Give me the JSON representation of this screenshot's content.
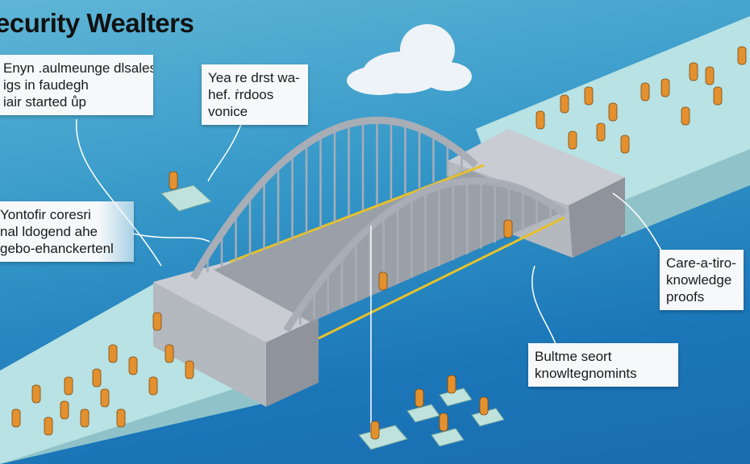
{
  "title": "ecurity Wealters",
  "labels": {
    "top_left": [
      "Enyn .aulmeunge dlsales",
      "igs in faudegh",
      "iair started ůp"
    ],
    "top_center": [
      "Yea re drst wa-",
      "hef. ṙrdoos",
      "vonice"
    ],
    "mid_left": [
      "Yontofir coresri",
      "nal ldogend ahe",
      "gebo-ehanckertenl"
    ],
    "right": [
      "Care-a-tiro-",
      "knowledge",
      "proofs"
    ],
    "bottom": [
      "Bultme seort",
      "knowltegnomints"
    ]
  },
  "colors": {
    "sky_top": "#5fb6d6",
    "water": "#1b76b8",
    "road": "#b9e3e6",
    "bridge": "#a9adb5",
    "cable": "#e6c12c"
  }
}
